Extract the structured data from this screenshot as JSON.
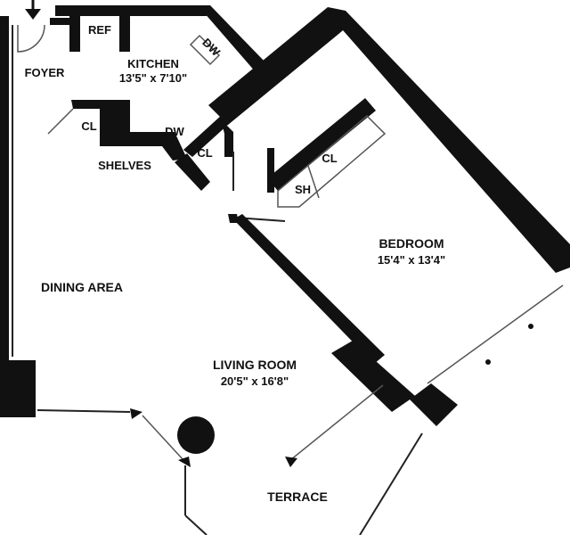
{
  "rooms": {
    "foyer": {
      "name": "FOYER"
    },
    "ref": {
      "name": "REF"
    },
    "kitchen": {
      "name": "KITCHEN",
      "size": "13'5\" x 7'10\""
    },
    "dw_kitchen": {
      "name": "DW"
    },
    "dw_lower": {
      "name": "DW"
    },
    "cl_foyer": {
      "name": "CL"
    },
    "shelves": {
      "name": "SHELVES"
    },
    "cl_hall": {
      "name": "CL"
    },
    "sh": {
      "name": "SH"
    },
    "cl_bedroom": {
      "name": "CL"
    },
    "bedroom": {
      "name": "BEDROOM",
      "size": "15'4\" x 13'4\""
    },
    "dining": {
      "name": "DINING AREA"
    },
    "living": {
      "name": "LIVING ROOM",
      "size": "20'5\" x 16'8\""
    },
    "terrace": {
      "name": "TERRACE"
    }
  },
  "colors": {
    "wall": "#111111",
    "background": "#ffffff"
  }
}
